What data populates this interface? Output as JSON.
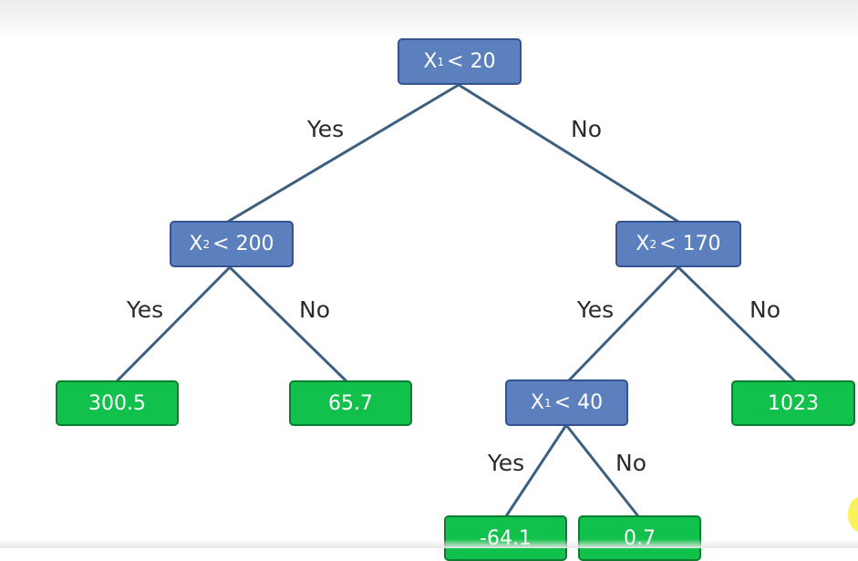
{
  "nodes": {
    "root": {
      "var": "X",
      "sub": "1",
      "op": "< 20"
    },
    "left": {
      "var": "X",
      "sub": "2",
      "op": "< 200"
    },
    "right": {
      "var": "X",
      "sub": "2",
      "op": "< 170"
    },
    "rl": {
      "var": "X",
      "sub": "1",
      "op": "< 40"
    },
    "leaf_ll": "300.5",
    "leaf_lr": "65.7",
    "leaf_rr": "1023",
    "leaf_rll": "-64.1",
    "leaf_rlr": "0.7"
  },
  "edge_labels": {
    "root_yes": "Yes",
    "root_no": "No",
    "left_yes": "Yes",
    "left_no": "No",
    "right_yes": "Yes",
    "right_no": "No",
    "rl_yes": "Yes",
    "rl_no": "No"
  },
  "colors": {
    "decision_fill": "#5b80bd",
    "decision_border": "#34548f",
    "leaf_fill": "#12c14c",
    "leaf_border": "#0a7d32",
    "edge": "#3d5f80"
  }
}
